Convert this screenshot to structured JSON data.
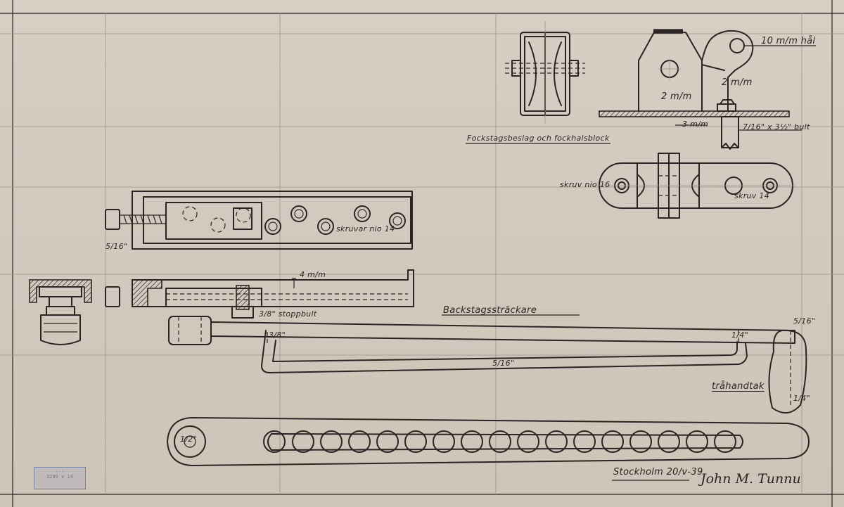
{
  "labels": {
    "hole_10mm": "10 m/m hål",
    "thick_2mm_a": "2 m/m",
    "thick_2mm_b": "2 m/m",
    "plate_3mm": "3 m/m",
    "bolt_spec": "7/16\" x 3½\" bult",
    "title_fock": "Fockstagsbeslag och fockhalsblock",
    "screw16": "skruv nio 16",
    "screw14": "skruv 14",
    "screws14": "skruvar nio 14",
    "size_5_16_a": "5/16\"",
    "size_4mm": "4 m/m",
    "stoppbult": "3/8\" stoppbult",
    "title_back": "Backstagssträckare",
    "size_3_8": "3/8\"",
    "size_1_4": "1/4\"",
    "size_5_16_b": "5/16\"",
    "size_5_16_c": "5/16\"",
    "handle": "tråhandtak",
    "size_1_4_b": "1/4\"",
    "size_1_2": "1/2\"",
    "date": "Stockholm 20/v-39",
    "signature": "John M. Tunnu"
  },
  "stamp": [
    "...",
    "3209 v 14"
  ],
  "colors": {
    "ink": "#2a2522",
    "paper": "#d6cdc2"
  }
}
